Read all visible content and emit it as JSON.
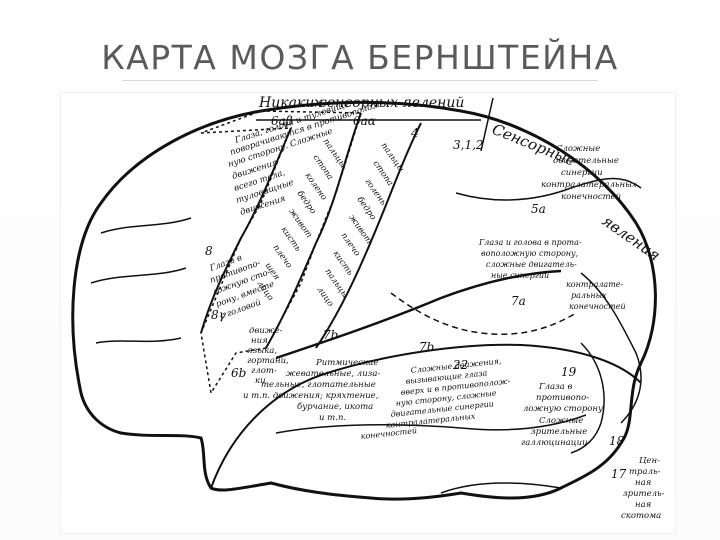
{
  "slide": {
    "title": "КАРТА МОЗГА БЕРНШТЕЙНА"
  },
  "diagram": {
    "header_left": "Никаких",
    "header_main": "сенсорных явлений",
    "sensory_right": "Сенсорные",
    "sensory_right2": "явления",
    "area_labels": {
      "a6ab": "6аβ",
      "a6aa": "6аα",
      "a4": "4",
      "a312": "3,1,2",
      "a5a": "5а",
      "a7a": "7а",
      "a7b": "7b",
      "a7b2": "7b",
      "a22": "22",
      "a19": "19",
      "a18": "18",
      "a17": "17",
      "a8": "8",
      "a8g": "8γ",
      "a6b": "6b"
    },
    "annotations": {
      "frontal_top": [
        "Глаза, голова и туловище",
        "поворачиваются в противополож-",
        "ную сторону. Сложные",
        "движения",
        "всего тела,",
        "туловищные",
        "движения"
      ],
      "frontal_mid": [
        "Глаза в",
        "противопо-",
        "ложную сто-",
        "рону, вместе",
        "с головой"
      ],
      "frontal_low": [
        "движе-",
        "ния",
        "языка,",
        "гортани,",
        "глот-",
        "ки"
      ],
      "motor_strip": [
        "пальцы",
        "стопа",
        "колено",
        "бедро",
        "живот",
        "кисть",
        "плечо",
        "шея",
        "лицо"
      ],
      "sensory_strip": [
        "пальцы",
        "стопа",
        "голень",
        "бедро",
        "живот",
        "плечо",
        "кисть",
        "пальцы",
        "лицо"
      ],
      "parietal_right": [
        "Сложные",
        "двигательные",
        "синергии",
        "контралатеральных",
        "конечностей"
      ],
      "parietal_eye": [
        "Глаза и голова в прота-",
        "воположную сторону,",
        "сложные двигатель-",
        "ные синергии",
        "контралате-",
        "ральных",
        "конечностей"
      ],
      "temporal_left": [
        "Ритмические",
        "жевательные, лиза-",
        "тельные, глотательные",
        "и т.п. движения; кряхтение,",
        "бурчание, икота",
        "и т.п."
      ],
      "temporal_mid": [
        "Сложные движения,",
        "вызывающие глаза",
        "вверх и в противополож-",
        "ную сторону, сложные",
        "двигательные синергии",
        "контралатеральных",
        "конечностей"
      ],
      "occipital": [
        "Глаза в",
        "противопо-",
        "ложную сторону"
      ],
      "occipital_low": [
        "Сложные",
        "зрительные",
        "галлюцинации"
      ],
      "central": [
        "Цен-",
        "траль-",
        "ная",
        "зритель-",
        "ная",
        "скотома"
      ]
    }
  }
}
